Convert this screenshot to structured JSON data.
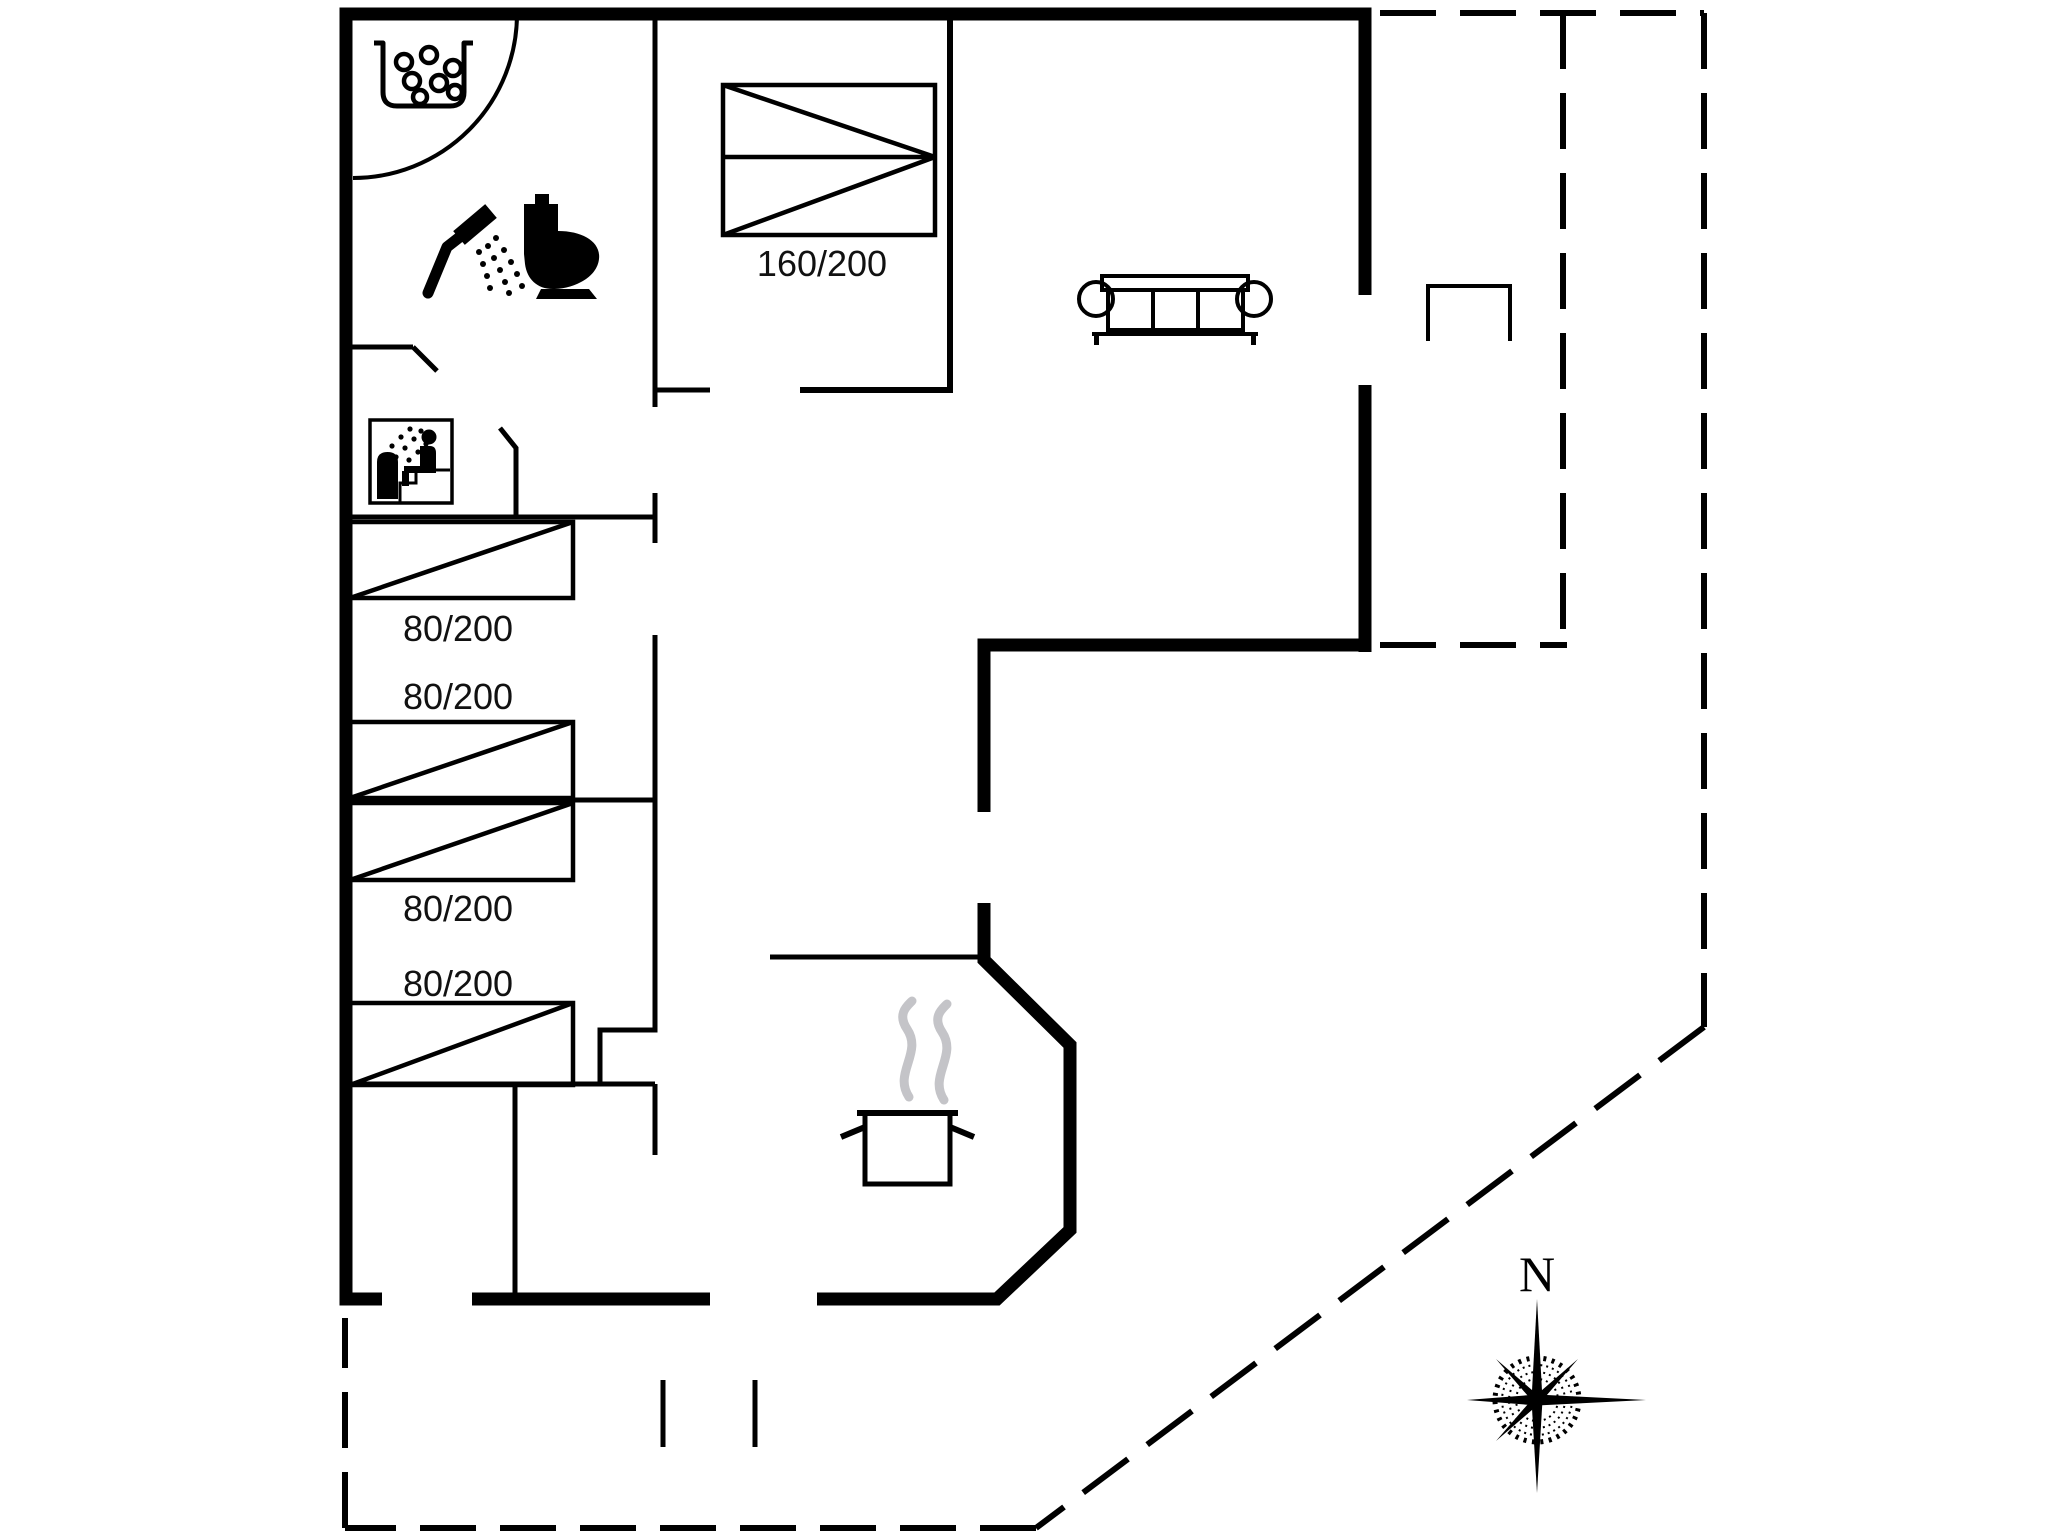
{
  "floorplan": {
    "ink_color": "#000000",
    "steam_color": "#c4c4c8",
    "beds": {
      "double": {
        "label": "160/200"
      },
      "singles": [
        {
          "label": "80/200"
        },
        {
          "label": "80/200"
        },
        {
          "label": "80/200"
        },
        {
          "label": "80/200"
        }
      ]
    },
    "compass": {
      "label": "N"
    },
    "icons": [
      "washing-tub-icon",
      "shower-icon",
      "toilet-icon",
      "sauna-icon",
      "sofa-icon",
      "terrace-chair-icon",
      "cooking-pot-icon",
      "steam-icon",
      "compass-rose-icon",
      "door-arc-icon"
    ]
  }
}
